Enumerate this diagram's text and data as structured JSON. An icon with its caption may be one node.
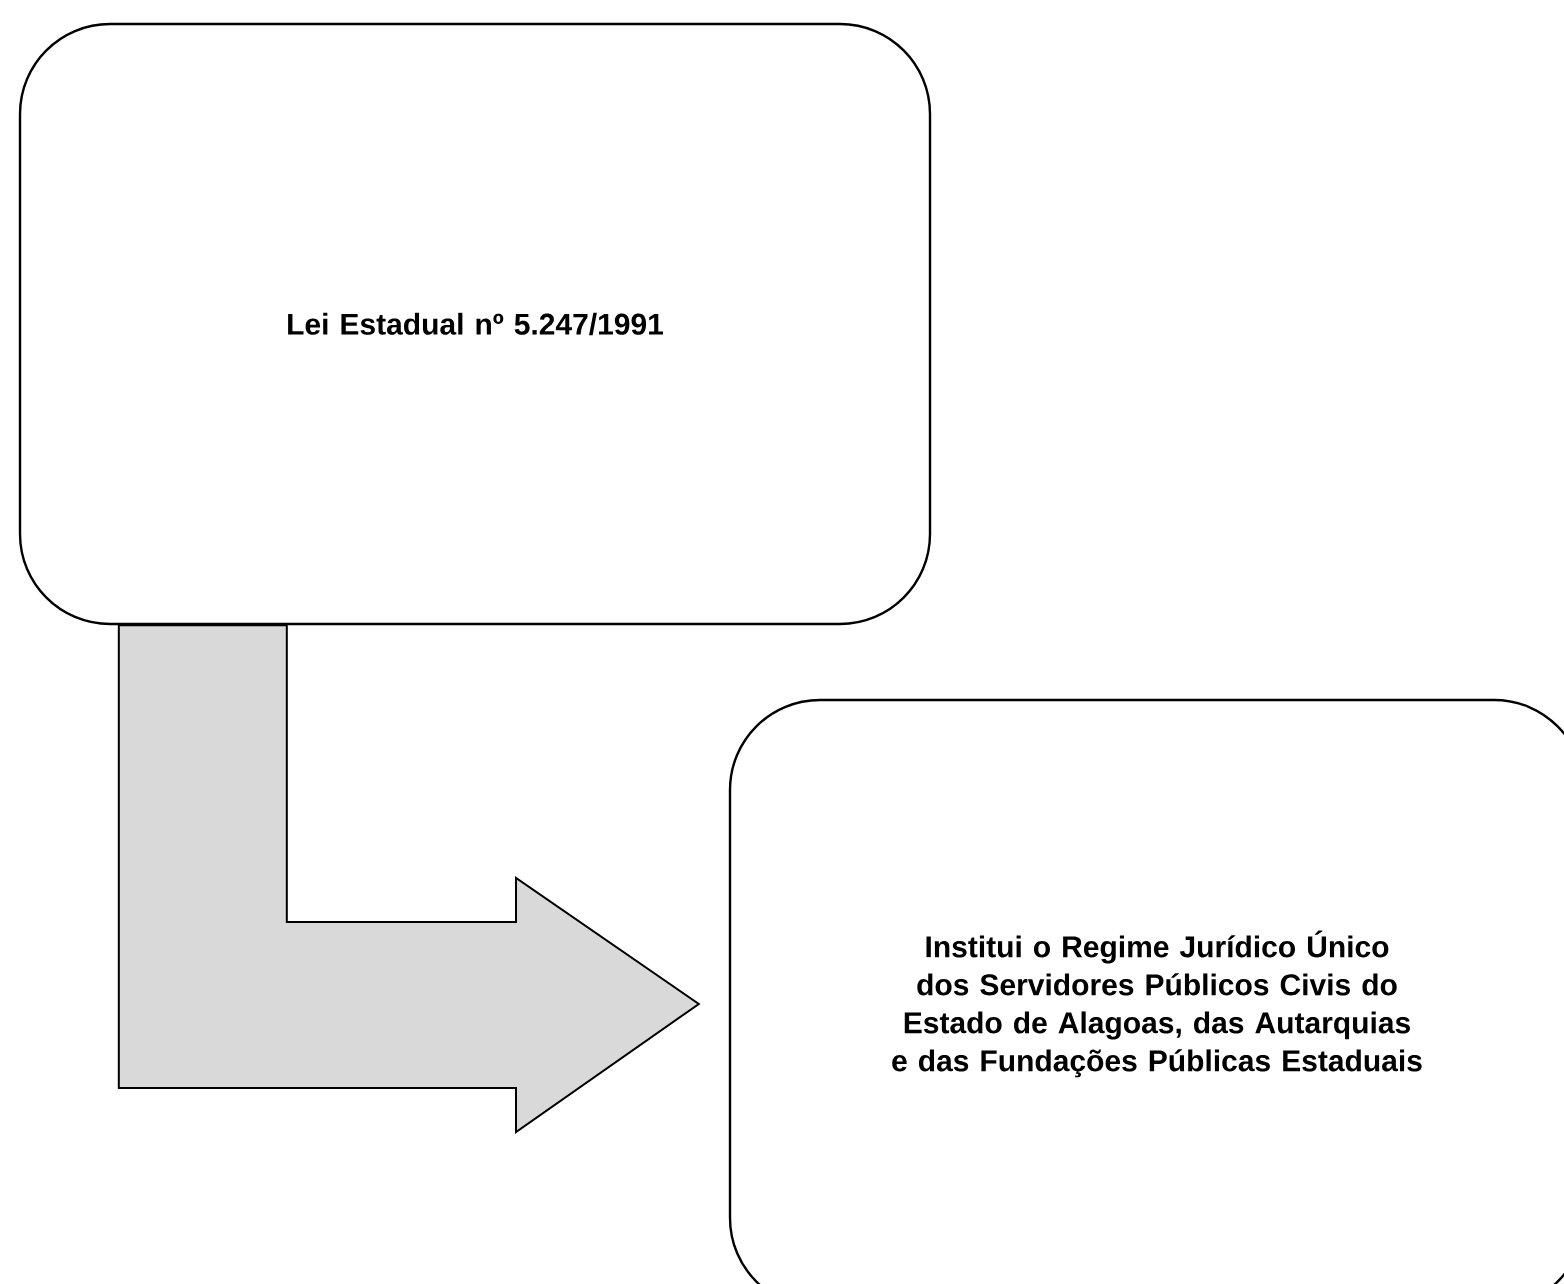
{
  "diagram": {
    "nodes": [
      {
        "text": [
          "Lei Estadual nº 5.247/1991"
        ]
      },
      {
        "text": [
          "Institui o Regime Jurídico Único dos Servidores Públicos Civis do Estado de Alagoas, das Autarquias e das Fundações Públicas Estaduais"
        ]
      }
    ],
    "edges": [
      {
        "from": 0,
        "to": 1,
        "arrow": "to"
      }
    ]
  }
}
